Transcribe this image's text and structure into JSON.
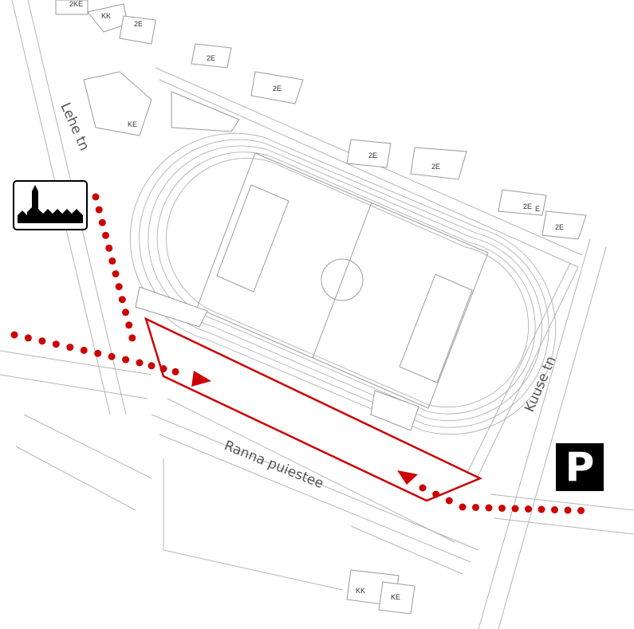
{
  "streets": {
    "lehe": "Lehe tn",
    "ranna": "Ranna puiestee",
    "kuuse": "Kuuse tn"
  },
  "building_labels": [
    {
      "id": "b1",
      "text": "2KE"
    },
    {
      "id": "b2",
      "text": "KK"
    },
    {
      "id": "b3",
      "text": "2E"
    },
    {
      "id": "b4",
      "text": "2E"
    },
    {
      "id": "b5",
      "text": "2E"
    },
    {
      "id": "b6",
      "text": "KE"
    },
    {
      "id": "b7",
      "text": "2E"
    },
    {
      "id": "b8",
      "text": "2E"
    },
    {
      "id": "b9",
      "text": "2E"
    },
    {
      "id": "b10",
      "text": "E"
    },
    {
      "id": "b11",
      "text": "2E"
    },
    {
      "id": "b12",
      "text": "KK"
    },
    {
      "id": "b13",
      "text": "KE"
    }
  ],
  "parking": {
    "symbol": "P",
    "icon": "parking-icon"
  },
  "old_town": {
    "icon": "old-town-skyline-icon"
  },
  "colors": {
    "route": "#cc0000",
    "lines": "#b5b5b5",
    "sign": "#000000"
  }
}
